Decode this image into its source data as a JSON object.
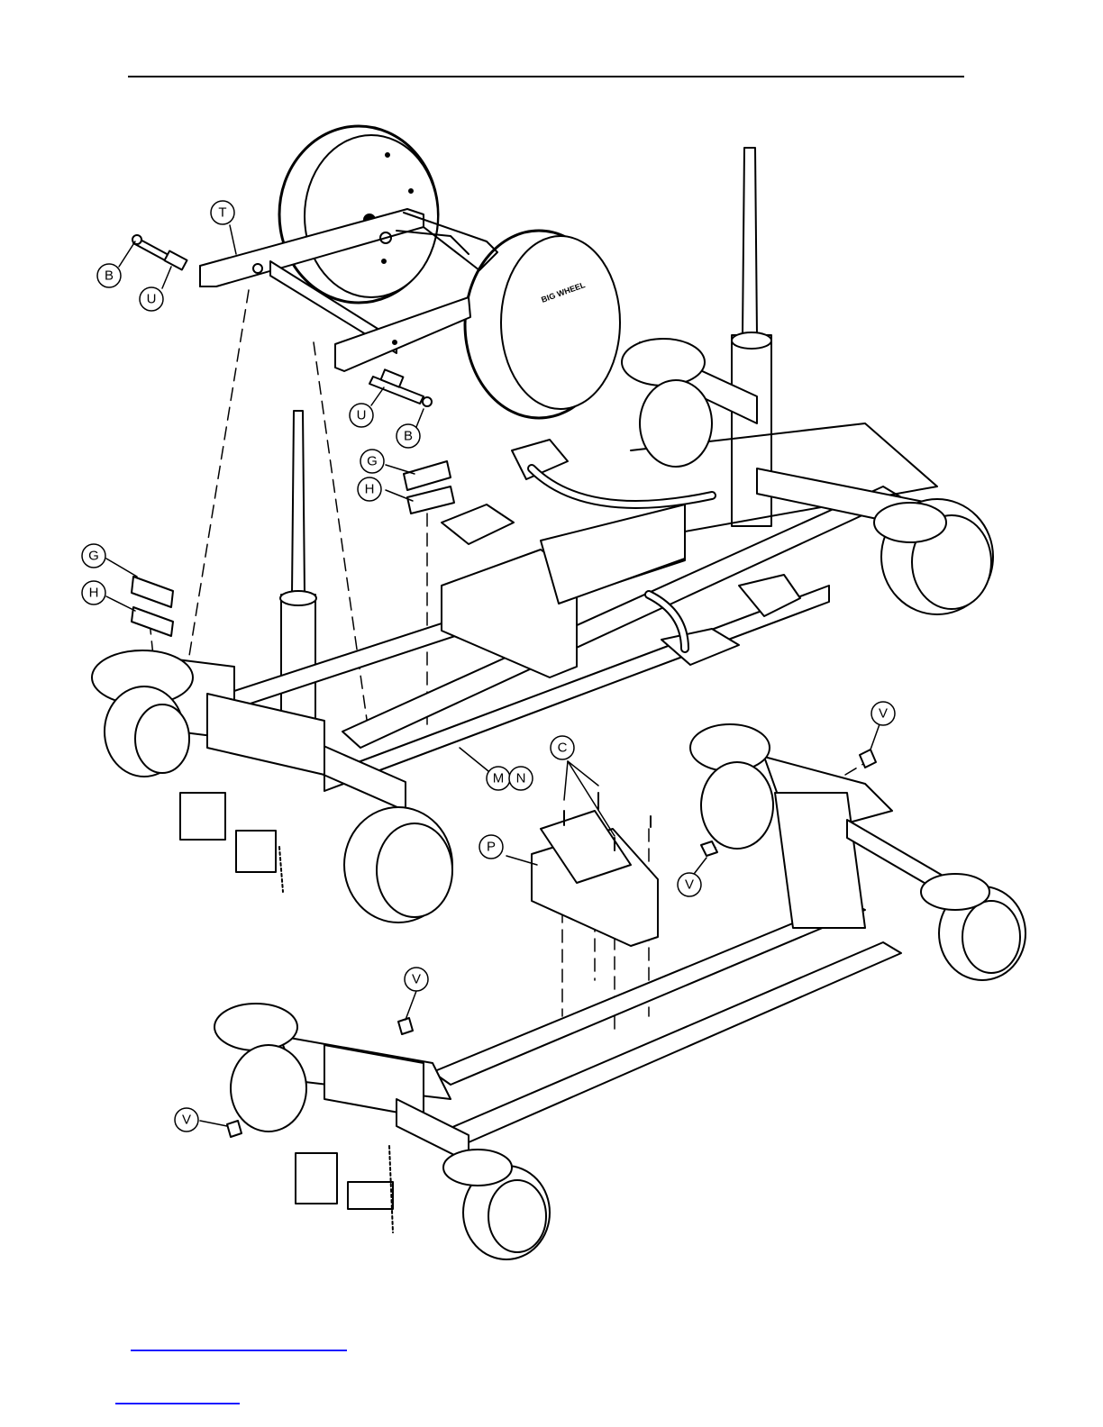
{
  "diagram": {
    "callouts": [
      {
        "id": "t",
        "label": "T"
      },
      {
        "id": "b1",
        "label": "B"
      },
      {
        "id": "u1",
        "label": "U"
      },
      {
        "id": "u2",
        "label": "U"
      },
      {
        "id": "b2",
        "label": "B"
      },
      {
        "id": "g1",
        "label": "G"
      },
      {
        "id": "h1",
        "label": "H"
      },
      {
        "id": "g2",
        "label": "G"
      },
      {
        "id": "h2",
        "label": "H"
      },
      {
        "id": "m",
        "label": "M"
      },
      {
        "id": "n",
        "label": "N"
      },
      {
        "id": "c",
        "label": "C"
      },
      {
        "id": "p",
        "label": "P"
      },
      {
        "id": "v1",
        "label": "V"
      },
      {
        "id": "v2",
        "label": "V"
      },
      {
        "id": "v3",
        "label": "V"
      },
      {
        "id": "v4",
        "label": "V"
      }
    ],
    "wheel_brand": "BIG WHEEL"
  }
}
